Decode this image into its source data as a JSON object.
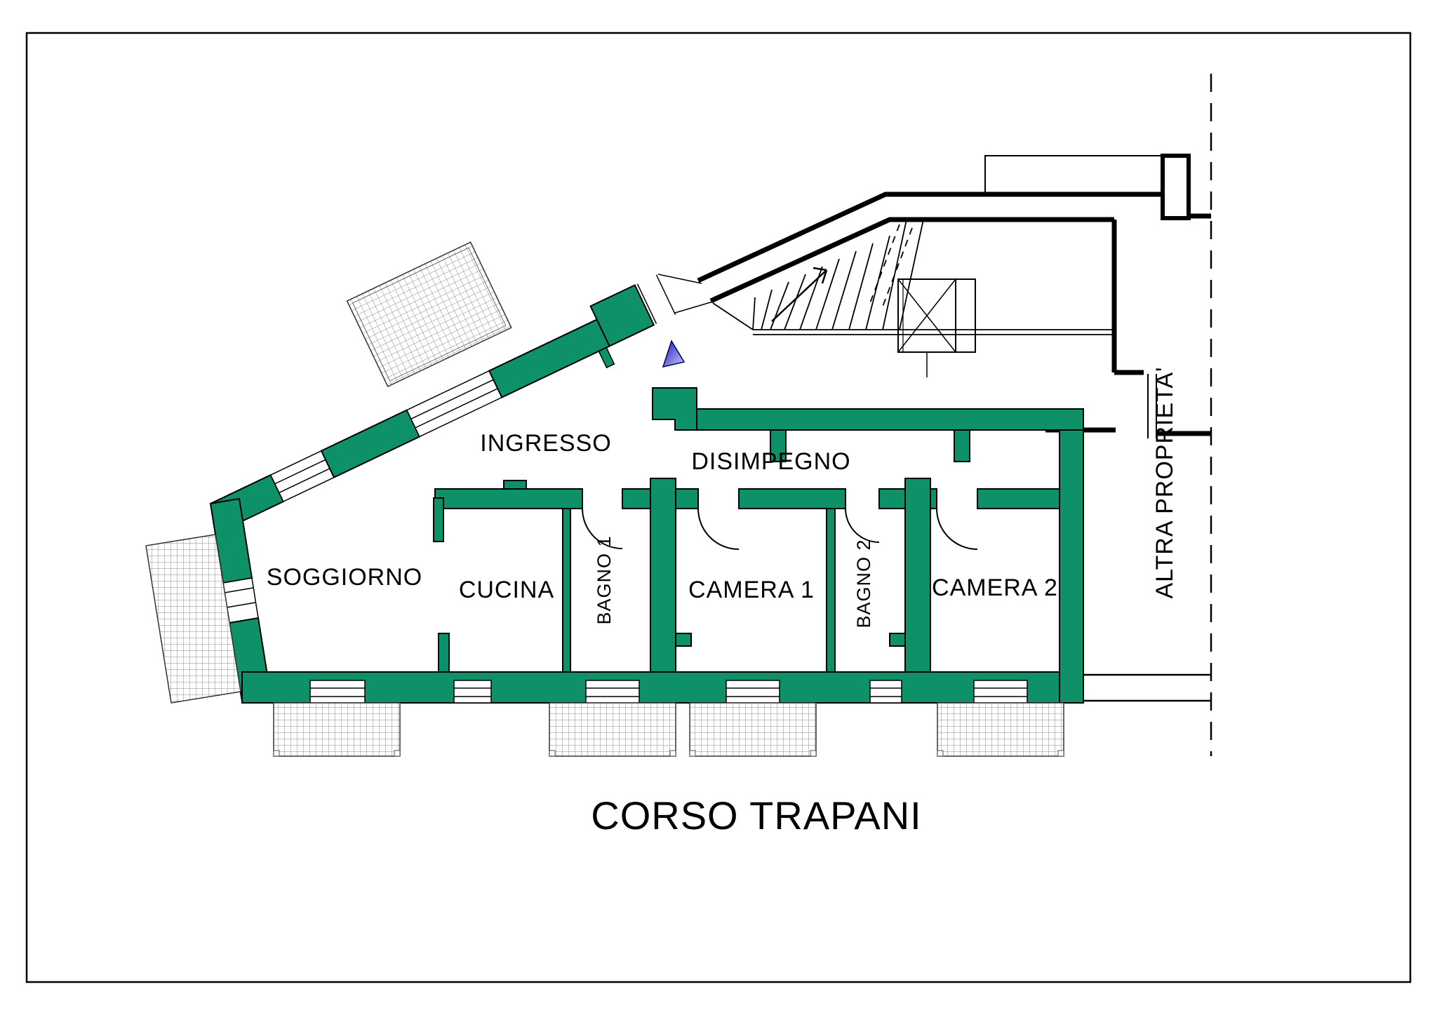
{
  "plan": {
    "type": "apartment-floor-plan",
    "rooms": [
      {
        "id": "ingresso",
        "label": "INGRESSO"
      },
      {
        "id": "disimpegno",
        "label": "DISIMPEGNO"
      },
      {
        "id": "soggiorno",
        "label": "SOGGIORNO"
      },
      {
        "id": "cucina",
        "label": "CUCINA"
      },
      {
        "id": "bagno1",
        "label": "BAGNO 1"
      },
      {
        "id": "camera1",
        "label": "CAMERA 1"
      },
      {
        "id": "bagno2",
        "label": "BAGNO 2"
      },
      {
        "id": "camera2",
        "label": "CAMERA 2"
      }
    ],
    "street_label": "CORSO TRAPANI",
    "adjacent_property_label": "ALTRA PROPRIETA'",
    "colors": {
      "apartment_wall_fill": "#0E9168",
      "outline": "#000000",
      "entrance_arrow_blue": "#2222CC",
      "hatch_gray": "#8a8a8a"
    },
    "features": [
      "staircase-with-up-arrow",
      "elevator",
      "balconies-hatched",
      "entrance-arrow",
      "dashed-property-boundary",
      "page-border"
    ]
  }
}
